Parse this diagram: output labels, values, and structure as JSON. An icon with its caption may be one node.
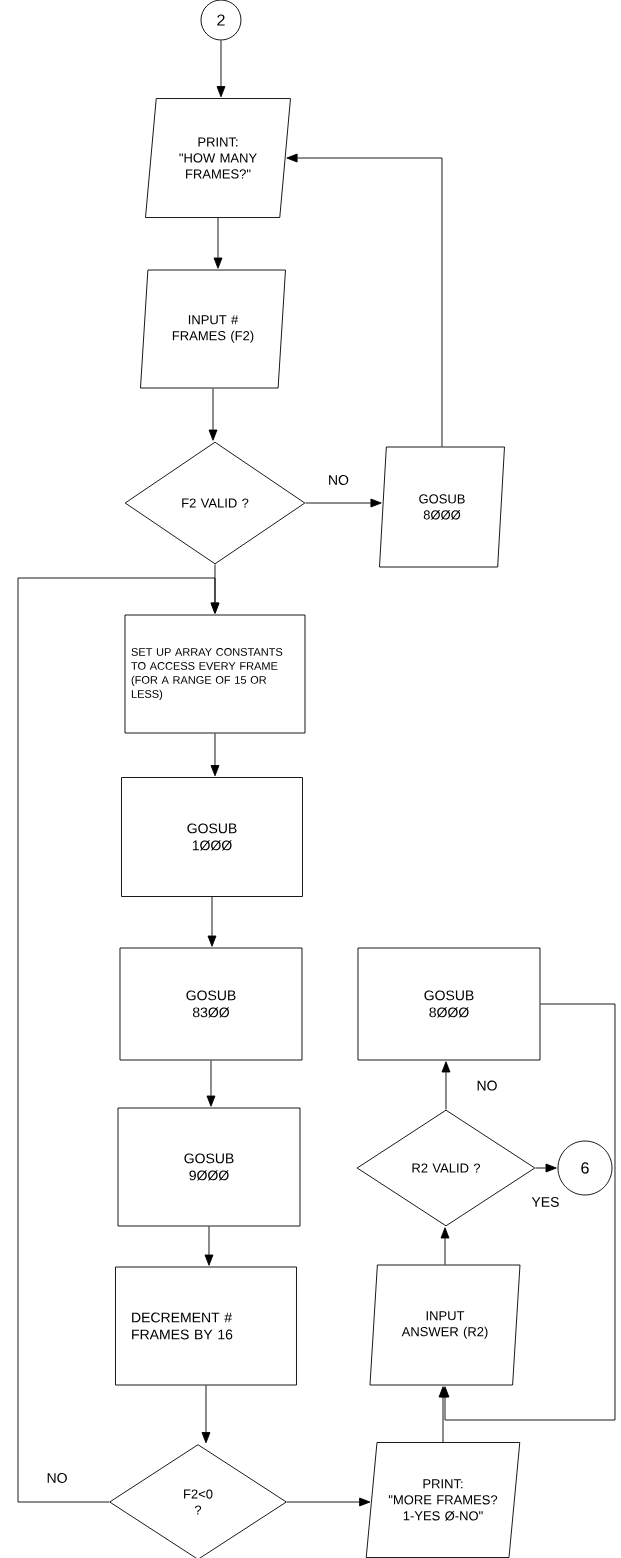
{
  "diagram": {
    "nodes": [
      {
        "text": [
          "2"
        ]
      },
      {
        "text": [
          "PRINT:",
          "\"HOW MANY FRAMES?\""
        ]
      },
      {
        "text": [
          "INPUT # FRAMES (F2)"
        ]
      },
      {
        "text": [
          "F2 VALID ?"
        ]
      },
      {
        "text": [
          "GOSUB 8ØØØ"
        ]
      },
      {
        "text": [
          "SET UP ARRAY CONSTANTS TO ACCESS EVERY FRAME (FOR A RANGE OF 15 OR LESS)"
        ]
      },
      {
        "text": [
          "GOSUB 1ØØØ"
        ]
      },
      {
        "text": [
          "GOSUB 83ØØ"
        ]
      },
      {
        "text": [
          "GOSUB 9ØØØ"
        ]
      },
      {
        "text": [
          "DECREMENT # FRAMES BY 16"
        ]
      },
      {
        "text": [
          "F2<0 ?"
        ]
      },
      {
        "text": [
          "PRINT:",
          "\"MORE FRAMES? 1-YES Ø-NO\""
        ]
      },
      {
        "text": [
          "INPUT ANSWER (R2)"
        ]
      },
      {
        "text": [
          "R2 VALID ?"
        ]
      },
      {
        "text": [
          "GOSUB 8ØØØ"
        ]
      },
      {
        "text": [
          "6"
        ]
      }
    ],
    "edges": [
      {
        "from": 0,
        "to": 1,
        "arrow": "to"
      },
      {
        "from": 1,
        "to": 2,
        "arrow": "to"
      },
      {
        "from": 2,
        "to": 3,
        "arrow": "to"
      },
      {
        "from": 3,
        "to": 4,
        "arrow": "to",
        "label": "NO"
      },
      {
        "from": 4,
        "to": 1,
        "arrow": "to"
      },
      {
        "from": 3,
        "to": 5,
        "arrow": "to"
      },
      {
        "from": 5,
        "to": 6,
        "arrow": "to"
      },
      {
        "from": 6,
        "to": 7,
        "arrow": "to"
      },
      {
        "from": 7,
        "to": 8,
        "arrow": "to"
      },
      {
        "from": 8,
        "to": 9,
        "arrow": "to"
      },
      {
        "from": 9,
        "to": 10,
        "arrow": "to"
      },
      {
        "from": 10,
        "to": 5,
        "arrow": "to",
        "label": "NO"
      },
      {
        "from": 10,
        "to": 11,
        "arrow": "to"
      },
      {
        "from": 11,
        "to": 12,
        "arrow": "to"
      },
      {
        "from": 12,
        "to": 13,
        "arrow": "to"
      },
      {
        "from": 13,
        "to": 14,
        "arrow": "to",
        "label": "NO"
      },
      {
        "from": 13,
        "to": 15,
        "arrow": "to",
        "label": "YES"
      },
      {
        "from": 14,
        "to": 12,
        "arrow": "to"
      }
    ]
  }
}
